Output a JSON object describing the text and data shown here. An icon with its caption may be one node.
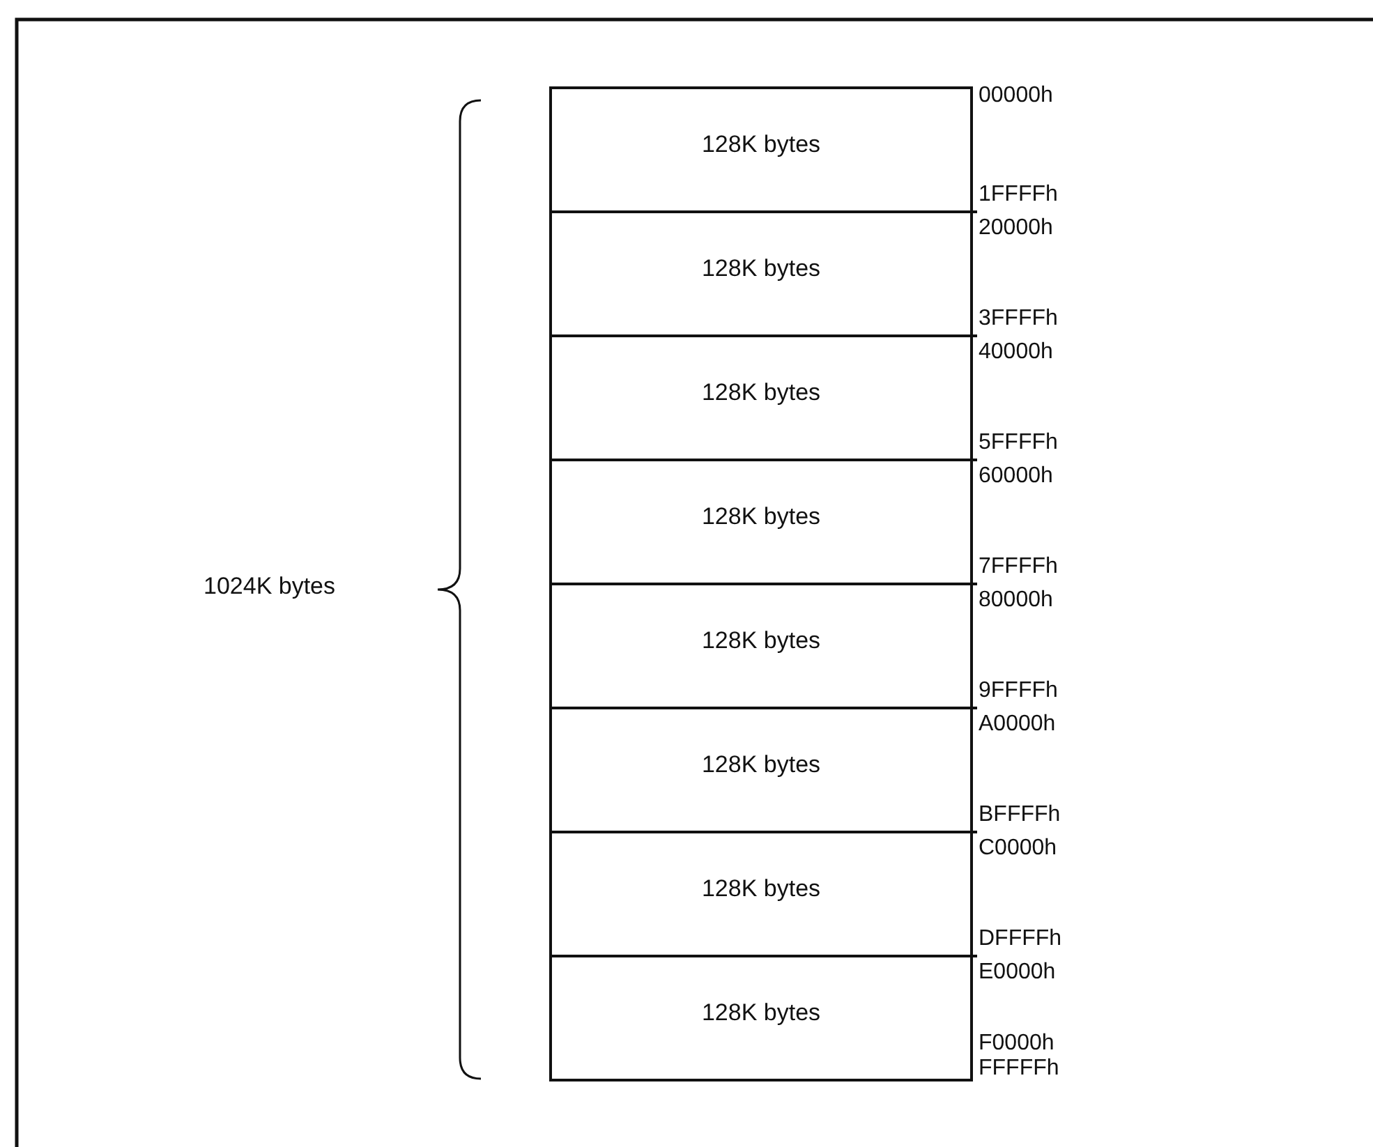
{
  "diagram": {
    "nodes": [
      {
        "text": [
          "128K bytes"
        ],
        "beside": [
          "00000h",
          "1FFFFh"
        ]
      },
      {
        "text": [
          "128K bytes"
        ],
        "beside": [
          "20000h",
          "3FFFFh"
        ]
      },
      {
        "text": [
          "128K bytes"
        ],
        "beside": [
          "40000h",
          "5FFFFh"
        ]
      },
      {
        "text": [
          "128K bytes"
        ],
        "beside": [
          "60000h",
          "7FFFFh"
        ]
      },
      {
        "text": [
          "128K bytes"
        ],
        "beside": [
          "80000h",
          "9FFFFh"
        ]
      },
      {
        "text": [
          "128K bytes"
        ],
        "beside": [
          "A0000h",
          "BFFFFh"
        ]
      },
      {
        "text": [
          "128K bytes"
        ],
        "beside": [
          "C0000h",
          "DFFFFh"
        ]
      },
      {
        "text": [
          "128K bytes"
        ],
        "beside": [
          "E0000h",
          "F0000h",
          "FFFFFh"
        ]
      }
    ],
    "labels": [
      "1024K bytes"
    ]
  }
}
